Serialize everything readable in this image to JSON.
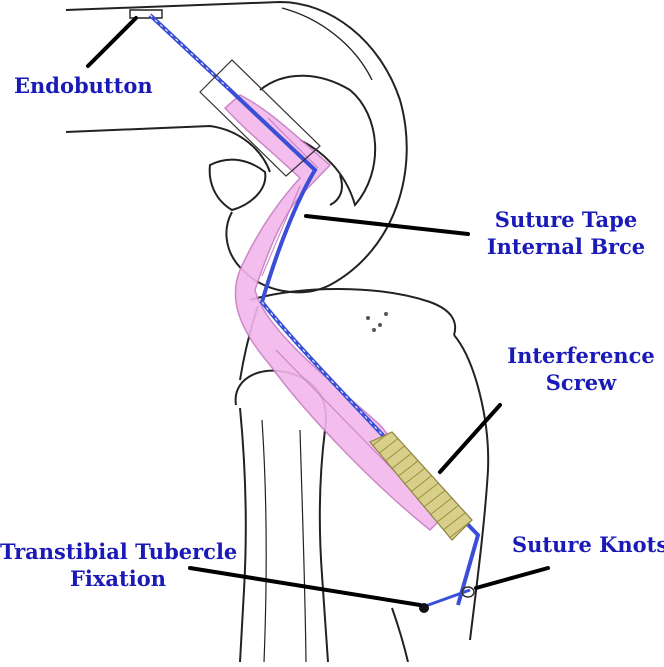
{
  "diagram": {
    "labels": {
      "endobutton": "Endobutton",
      "suture_tape_line1": "Suture Tape",
      "suture_tape_line2": "Internal Brce",
      "interference_line1": "Interference",
      "interference_line2": "Screw",
      "transtibial_line1": "Transtibial Tubercle",
      "transtibial_line2": "Fixation",
      "suture_knots": "Suture Knots"
    },
    "colors": {
      "label_text": "#1a1ab8",
      "graft_fill": "#f2b6ec",
      "graft_stroke": "#c77cc2",
      "suture_blue": "#3a4fd6",
      "screw_fill": "#d8d08a",
      "bone_line": "#222222",
      "leader_line": "#000000"
    }
  }
}
